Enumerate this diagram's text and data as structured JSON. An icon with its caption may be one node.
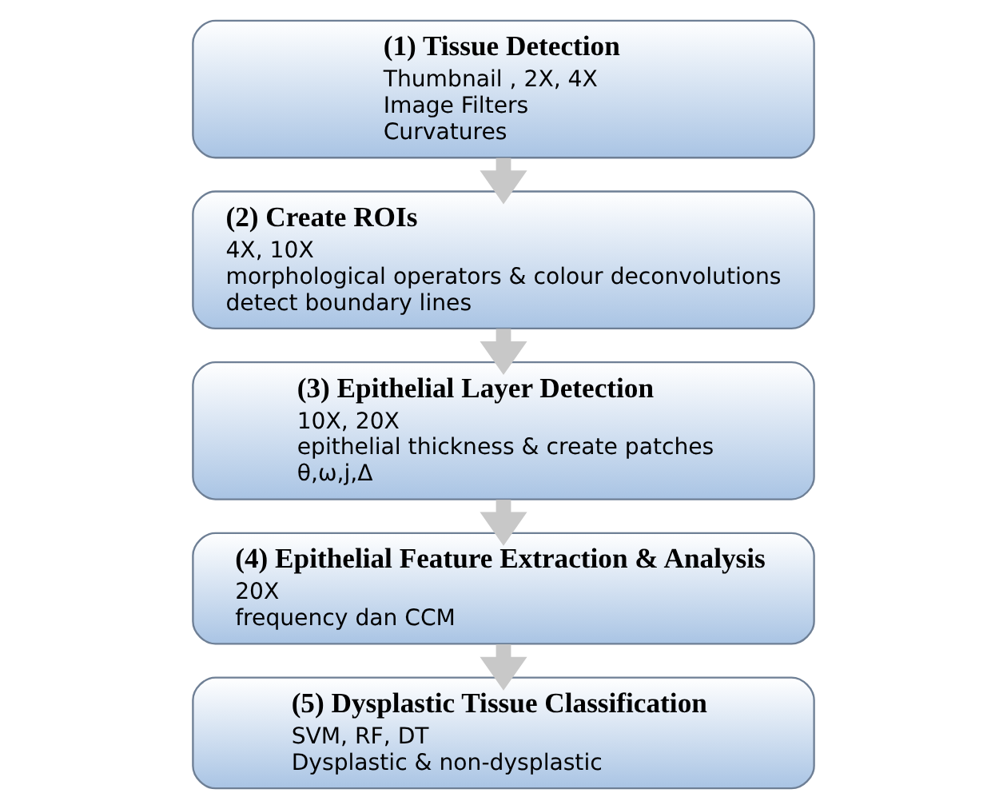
{
  "diagram": {
    "nodes": [
      {
        "text": [
          "(1) Tissue Detection",
          "Thumbnail , 2X, 4X",
          "Image Filters",
          "Curvatures"
        ]
      },
      {
        "text": [
          "(2) Create ROIs",
          "4X, 10X",
          "morphological operators & colour deconvolutions",
          "detect boundary lines"
        ]
      },
      {
        "text": [
          "(3) Epithelial Layer Detection",
          "10X, 20X",
          "epithelial thickness & create patches",
          "θ,ω,j,Δ"
        ]
      },
      {
        "text": [
          "(4) Epithelial Feature Extraction & Analysis",
          "20X",
          "frequency dan CCM"
        ]
      },
      {
        "text": [
          "(5) Dysplastic Tissue Classification",
          "SVM, RF, DT",
          "Dysplastic & non-dysplastic"
        ]
      }
    ],
    "edges": [
      {
        "from": 0,
        "to": 1,
        "arrow": "to"
      },
      {
        "from": 1,
        "to": 2,
        "arrow": "to"
      },
      {
        "from": 2,
        "to": 3,
        "arrow": "to"
      },
      {
        "from": 3,
        "to": 4,
        "arrow": "to"
      }
    ]
  }
}
